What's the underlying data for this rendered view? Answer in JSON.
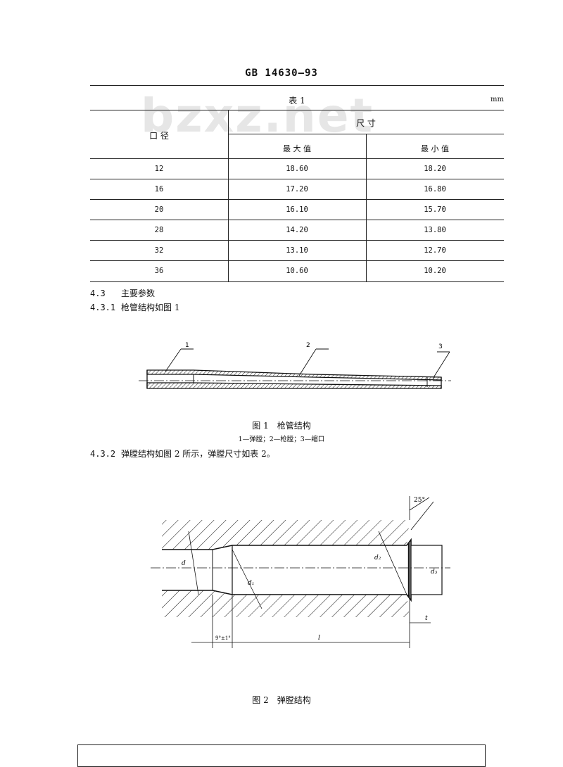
{
  "header": {
    "standard_no": "GB 14630—93"
  },
  "watermark": "bzxz.net",
  "table1": {
    "title": "表 1",
    "unit": "mm",
    "col_caliber": "口 径",
    "col_size": "尺 寸",
    "col_max": "最 大 值",
    "col_min": "最 小 值",
    "rows": [
      {
        "caliber": "12",
        "max": "18.60",
        "min": "18.20"
      },
      {
        "caliber": "16",
        "max": "17.20",
        "min": "16.80"
      },
      {
        "caliber": "20",
        "max": "16.10",
        "min": "15.70"
      },
      {
        "caliber": "28",
        "max": "14.20",
        "min": "13.80"
      },
      {
        "caliber": "32",
        "max": "13.10",
        "min": "12.70"
      },
      {
        "caliber": "36",
        "max": "10.60",
        "min": "10.20"
      }
    ]
  },
  "sections": [
    {
      "no": "4.3",
      "text": "主要参数"
    },
    {
      "no": "4.3.1",
      "text": "枪管结构如图 1"
    },
    {
      "no": "4.3.2",
      "text": "弹膛结构如图 2 所示，弹膛尺寸如表 2。"
    }
  ],
  "figure1": {
    "caption": "图 1　枪管结构",
    "legend": "1—弹膛；2—枪膛；3—缩口",
    "callouts": [
      "1",
      "2",
      "3"
    ]
  },
  "figure2": {
    "caption": "图 2　弹膛结构",
    "angle_label": "25°",
    "dim_labels": {
      "d": "d",
      "d1": "d₁",
      "d2": "d₂",
      "d3": "d₃",
      "l": "l",
      "t": "t",
      "small": "9°±1°"
    }
  }
}
